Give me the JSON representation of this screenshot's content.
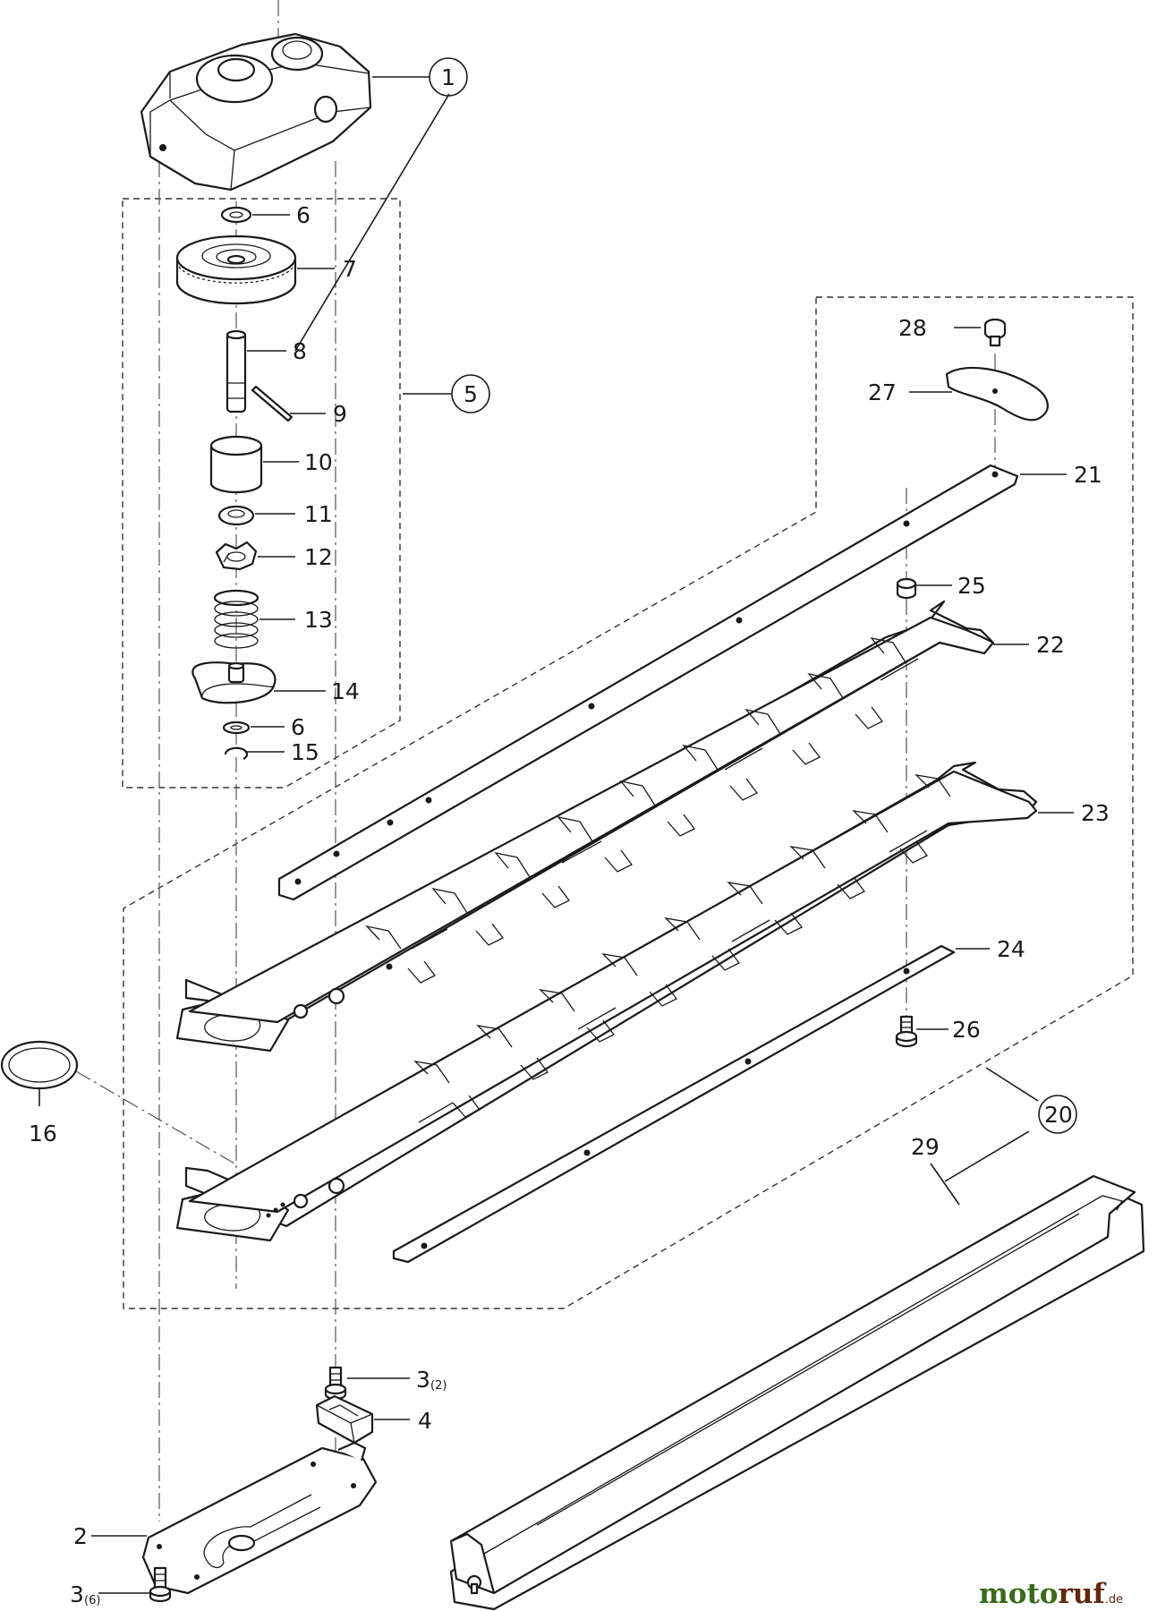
{
  "diagram": {
    "callouts": [
      {
        "id": "1",
        "text": "1",
        "circled": true
      },
      {
        "id": "2",
        "text": "2"
      },
      {
        "id": "3a",
        "text": "3",
        "suffix": "(2)"
      },
      {
        "id": "3b",
        "text": "3",
        "suffix": "(6)"
      },
      {
        "id": "4",
        "text": "4"
      },
      {
        "id": "5",
        "text": "5",
        "circled": true
      },
      {
        "id": "6a",
        "text": "6"
      },
      {
        "id": "6b",
        "text": "6"
      },
      {
        "id": "7",
        "text": "7"
      },
      {
        "id": "8",
        "text": "8"
      },
      {
        "id": "9",
        "text": "9"
      },
      {
        "id": "10",
        "text": "10"
      },
      {
        "id": "11",
        "text": "11"
      },
      {
        "id": "12",
        "text": "12"
      },
      {
        "id": "13",
        "text": "13"
      },
      {
        "id": "14",
        "text": "14"
      },
      {
        "id": "15",
        "text": "15"
      },
      {
        "id": "16",
        "text": "16"
      },
      {
        "id": "20",
        "text": "20",
        "circled": true
      },
      {
        "id": "21",
        "text": "21"
      },
      {
        "id": "22",
        "text": "22"
      },
      {
        "id": "23",
        "text": "23"
      },
      {
        "id": "24",
        "text": "24"
      },
      {
        "id": "25",
        "text": "25"
      },
      {
        "id": "26",
        "text": "26"
      },
      {
        "id": "27",
        "text": "27"
      },
      {
        "id": "28",
        "text": "28"
      },
      {
        "id": "29",
        "text": "29"
      }
    ],
    "watermark": {
      "part_a": "moto",
      "part_b": "ruf",
      "suffix": ".de"
    }
  },
  "colors": {
    "line": "#1a1a1a",
    "watermark_green": "#3a6a1a",
    "watermark_brown": "#5e2a0e"
  }
}
